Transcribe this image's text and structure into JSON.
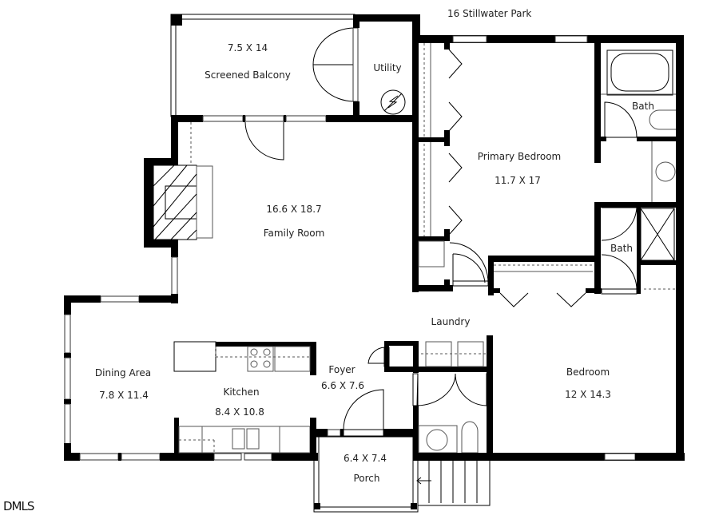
{
  "header": {
    "address": "16 Stillwater Park"
  },
  "logo": {
    "text": "DMLS"
  },
  "rooms": [
    {
      "id": "screened-balcony",
      "name": "Screened Balcony",
      "dimensions": "7.5 X 14"
    },
    {
      "id": "utility",
      "name": "Utility",
      "dimensions": ""
    },
    {
      "id": "family-room",
      "name": "Family Room",
      "dimensions": "16.6 X 18.7"
    },
    {
      "id": "primary-bedroom",
      "name": "Primary Bedroom",
      "dimensions": "11.7 X 17"
    },
    {
      "id": "primary-bath",
      "name": "Bath",
      "dimensions": ""
    },
    {
      "id": "second-bath",
      "name": "Bath",
      "dimensions": ""
    },
    {
      "id": "laundry",
      "name": "Laundry",
      "dimensions": ""
    },
    {
      "id": "dining-area",
      "name": "Dining Area",
      "dimensions": "7.8 X 11.4"
    },
    {
      "id": "kitchen",
      "name": "Kitchen",
      "dimensions": "8.4 X 10.8"
    },
    {
      "id": "foyer",
      "name": "Foyer",
      "dimensions": "6.6 X 7.6"
    },
    {
      "id": "bedroom",
      "name": "Bedroom",
      "dimensions": "12 X 14.3"
    },
    {
      "id": "porch",
      "name": "Porch",
      "dimensions": "6.4 X 7.4"
    }
  ],
  "colors": {
    "wall": "#000000",
    "line": "#333333",
    "background": "#ffffff"
  }
}
